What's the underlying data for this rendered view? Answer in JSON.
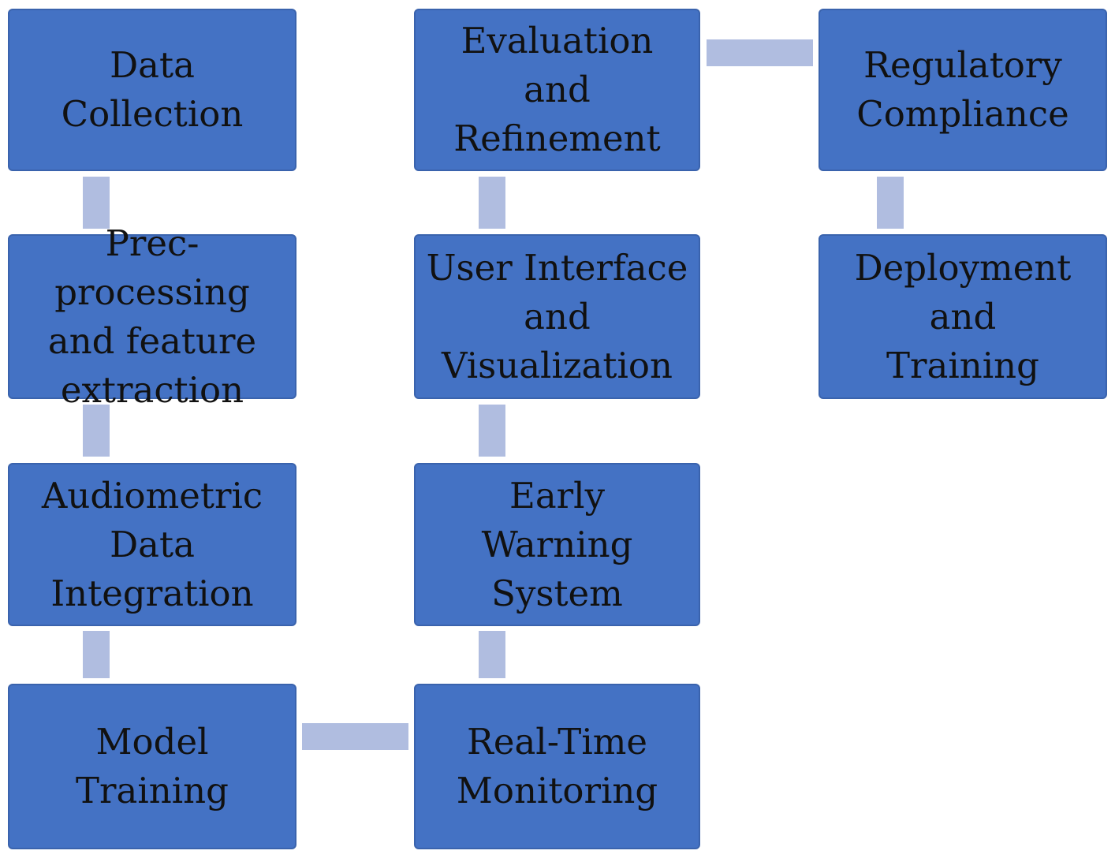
{
  "diagram": {
    "colors": {
      "box_fill": "#4472c4",
      "box_border": "#3a63ad",
      "connector": "#b0bde0",
      "text": "#111111"
    },
    "nodes": {
      "data_collection": "Data\nCollection",
      "preprocessing": "Prec-processing\nand feature\nextraction",
      "audiometric": "Audiometric\nData\nIntegration",
      "model_training": "Model\nTraining",
      "realtime_monitoring": "Real-Time\nMonitoring",
      "early_warning": "Early\nWarning\nSystem",
      "user_interface": "User Interface\nand\nVisualization",
      "evaluation": "Evaluation\nand\nRefinement",
      "regulatory": "Regulatory\nCompliance",
      "deployment": "Deployment\nand\nTraining"
    },
    "edges": [
      [
        "data_collection",
        "preprocessing"
      ],
      [
        "preprocessing",
        "audiometric"
      ],
      [
        "audiometric",
        "model_training"
      ],
      [
        "model_training",
        "realtime_monitoring"
      ],
      [
        "realtime_monitoring",
        "early_warning"
      ],
      [
        "early_warning",
        "user_interface"
      ],
      [
        "user_interface",
        "evaluation"
      ],
      [
        "evaluation",
        "regulatory"
      ],
      [
        "regulatory",
        "deployment"
      ]
    ]
  }
}
